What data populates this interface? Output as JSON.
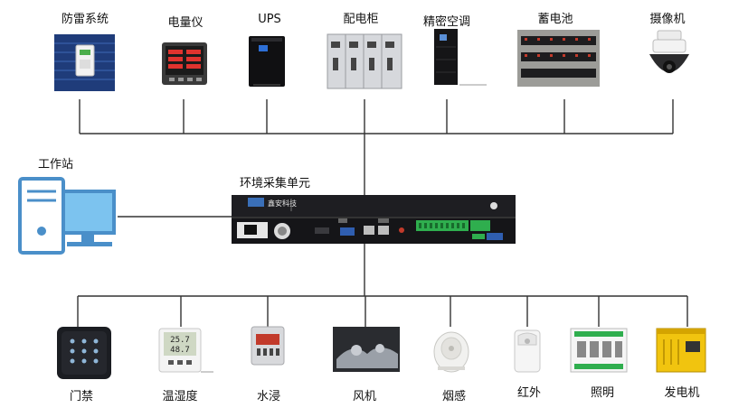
{
  "colors": {
    "line": "#333333",
    "terminal_green": "#2fae4e",
    "screen_blue": "#7cc3ef",
    "unit_body": "#1e1e22"
  },
  "top_devices": [
    {
      "label": "防雷系统",
      "icon": "surge-protector-icon"
    },
    {
      "label": "电量仪",
      "icon": "power-meter-icon"
    },
    {
      "label": "UPS",
      "icon": "ups-icon"
    },
    {
      "label": "配电柜",
      "icon": "distribution-cabinet-icon"
    },
    {
      "label": "精密空调",
      "icon": "precision-ac-icon"
    },
    {
      "label": "蓄电池",
      "icon": "battery-bank-icon"
    },
    {
      "label": "摄像机",
      "icon": "dome-camera-icon"
    }
  ],
  "workstation": {
    "label": "工作站",
    "icon": "computer-workstation-icon"
  },
  "collector": {
    "label": "环境采集单元",
    "icon": "collector-unit-icon",
    "brand": "鑫安科技"
  },
  "bottom_devices": [
    {
      "label": "门禁",
      "icon": "access-control-keypad-icon"
    },
    {
      "label": "温湿度",
      "icon": "temp-humidity-sensor-icon",
      "reading_1": "25.7",
      "reading_2": "48.7"
    },
    {
      "label": "水浸",
      "icon": "water-leak-sensor-icon"
    },
    {
      "label": "风机",
      "icon": "fan-icon"
    },
    {
      "label": "烟感",
      "icon": "smoke-detector-icon"
    },
    {
      "label": "红外",
      "icon": "infrared-sensor-icon"
    },
    {
      "label": "照明",
      "icon": "lighting-controller-icon"
    },
    {
      "label": "发电机",
      "icon": "generator-icon"
    }
  ]
}
